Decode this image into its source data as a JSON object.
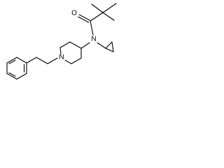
{
  "structure": {
    "atoms": {
      "oxygen": "O",
      "amide_nitrogen": "N",
      "ring_nitrogen": "N"
    }
  },
  "colors": {
    "bond": "#000000",
    "background": "#ffffff"
  }
}
